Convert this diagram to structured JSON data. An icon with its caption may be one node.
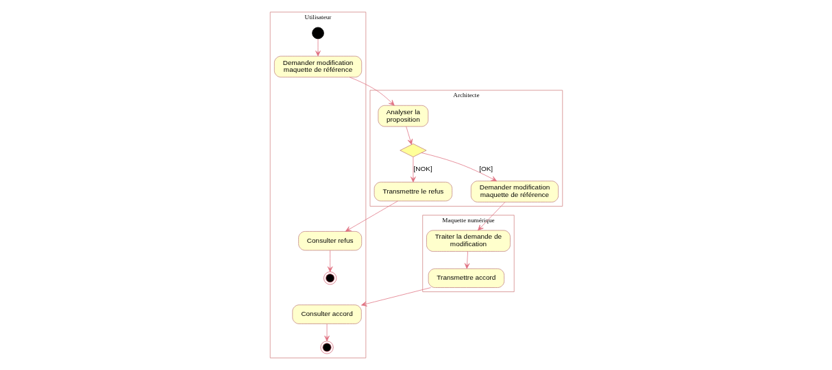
{
  "diagram": {
    "nodes": [
      {
        "text": [
          "Utilisateur"
        ]
      },
      {
        "text": [
          "Architecte"
        ]
      },
      {
        "text": [
          "Maquette numérique"
        ]
      },
      {
        "text": [],
        "shape": "circle",
        "in": 0
      },
      {
        "text": [
          "Demander modification maquette de référence"
        ],
        "in": 0
      },
      {
        "text": [
          "Analyser la proposition"
        ],
        "in": 1
      },
      {
        "text": [],
        "shape": "diamond",
        "in": 1
      },
      {
        "text": [
          "Transmettre le refus"
        ],
        "in": 1
      },
      {
        "text": [
          "Demander modification maquette de référence"
        ],
        "in": 1
      },
      {
        "text": [
          "Consulter refus"
        ],
        "in": 0
      },
      {
        "text": [],
        "shape": "circle",
        "in": 0
      },
      {
        "text": [
          "Traiter la demande de modification"
        ],
        "in": 2
      },
      {
        "text": [
          "Transmettre accord"
        ],
        "in": 2
      },
      {
        "text": [
          "Consulter accord"
        ],
        "in": 0
      },
      {
        "text": [],
        "shape": "circle",
        "in": 0
      }
    ],
    "edges": [
      {
        "from": 3,
        "to": 4,
        "arrow": "to"
      },
      {
        "from": 4,
        "to": 5,
        "arrow": "to"
      },
      {
        "from": 5,
        "to": 6,
        "arrow": "to"
      },
      {
        "from": 6,
        "to": 7,
        "arrow": "to",
        "label": "[NOK]"
      },
      {
        "from": 6,
        "to": 8,
        "arrow": "to",
        "label": "[OK]"
      },
      {
        "from": 7,
        "to": 9,
        "arrow": "to"
      },
      {
        "from": 9,
        "to": 10,
        "arrow": "to"
      },
      {
        "from": 8,
        "to": 11,
        "arrow": "to"
      },
      {
        "from": 11,
        "to": 12,
        "arrow": "to"
      },
      {
        "from": 12,
        "to": 13,
        "arrow": "to"
      },
      {
        "from": 13,
        "to": 14,
        "arrow": "to"
      }
    ]
  }
}
